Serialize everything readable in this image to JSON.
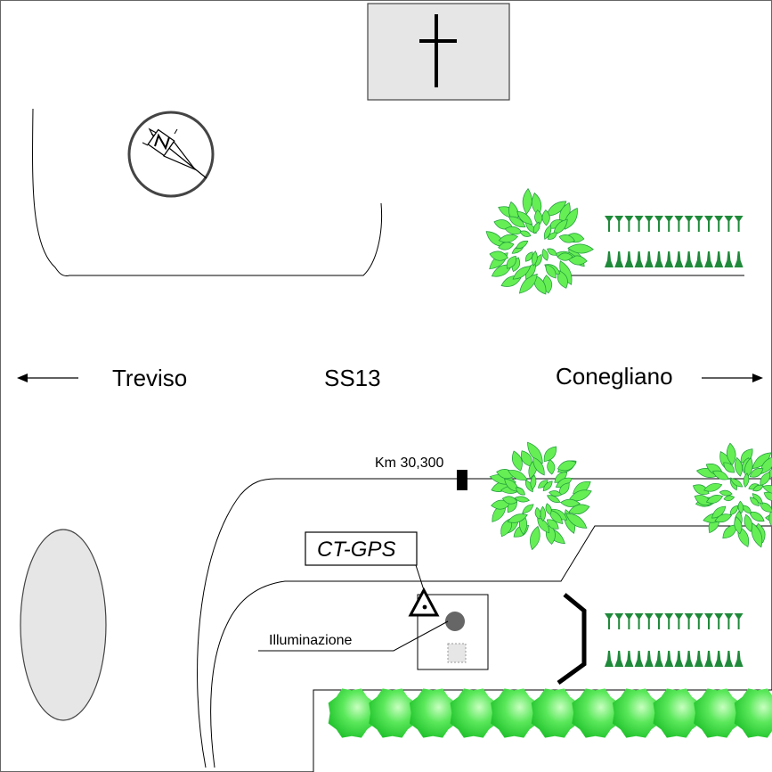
{
  "labels": {
    "left_city": "Treviso",
    "road": "SS13",
    "right_city": "Conegliano",
    "km_marker": "Km 30,300",
    "station": "CT-GPS",
    "lighting": "Illuminazione"
  },
  "icons": {
    "church": "cross-icon",
    "compass": "compass-icon",
    "left_arrow": "arrow-left-icon",
    "right_arrow": "arrow-right-icon",
    "station_marker": "triangle-marker-icon"
  },
  "colors": {
    "building_fill": "#e6e6e6",
    "tree_fill": "#66ee55",
    "tree_dark": "#1e9a3a",
    "hedge_light": "#b8ffb0",
    "hedge_dark": "#22d633",
    "plant_row": "#1f8a3a"
  }
}
